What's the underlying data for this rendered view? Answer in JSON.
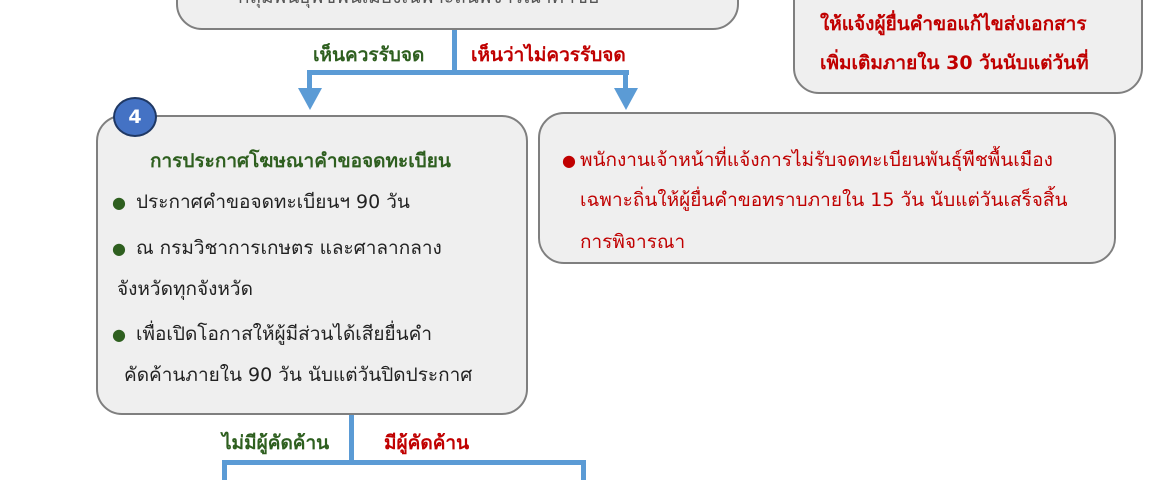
{
  "top_box": {
    "partial_text": "กลุ่มพันธุ์พืชพื้นเมืองเฉพาะถิ่นพิจารณาคำขอ"
  },
  "top_right_box": {
    "line1": "ให้แจ้งผู้ยื่นคำขอแก้ไขส่งเอกสาร",
    "line2": "เพิ่มเติมภายใน 30 วันนับแต่วันที่"
  },
  "branch1": {
    "approve_label": "เห็นควรรับจด",
    "reject_label": "เห็นว่าไม่ควรรับจด"
  },
  "step4": {
    "number": "4",
    "title": "การประกาศโฆษณาคำขอจดทะเบียน",
    "bullet1": "ประกาศคำขอจดทะเบียนฯ 90 วัน",
    "bullet2_line1": "ณ กรมวิชาการเกษตร และศาลากลาง",
    "bullet2_line2": "จังหวัดทุกจังหวัด",
    "bullet3_line1": "เพื่อเปิดโอกาสให้ผู้มีส่วนได้เสียยื่นคำ",
    "bullet3_line2": "คัดค้านภายใน 90 วัน นับแต่วันปิดประกาศ"
  },
  "reject_box": {
    "line1": "พนักงานเจ้าหน้าที่แจ้งการไม่รับจดทะเบียนพันธุ์พืชพื้นเมือง",
    "line2": "เฉพาะถิ่นให้ผู้ยื่นคำขอทราบภายใน 15 วัน นับแต่วันเสร็จสิ้น",
    "line3": "การพิจารณา"
  },
  "branch2": {
    "no_objection_label": "ไม่มีผู้คัดค้าน",
    "objection_label": "มีผู้คัดค้าน"
  },
  "colors": {
    "connector": "#5b9bd5",
    "box_fill": "#efefef",
    "green_text": "#2e5f1f",
    "red_text": "#c00000",
    "badge": "#4472c4"
  }
}
